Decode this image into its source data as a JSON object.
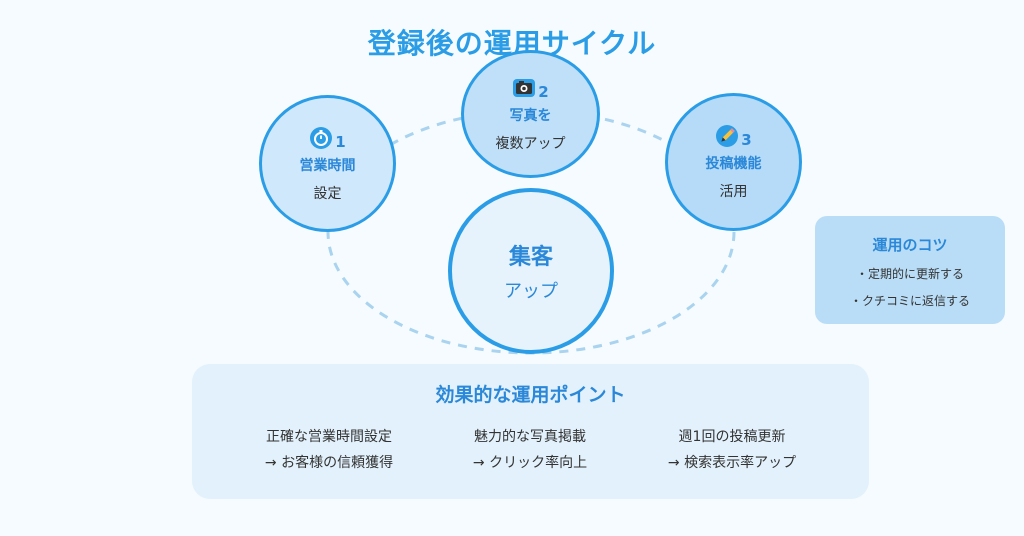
{
  "title": "登録後の運用サイクル",
  "steps": [
    {
      "number": "1",
      "title": "営業時間",
      "subtitle": "設定",
      "icon": "stopwatch-icon"
    },
    {
      "number": "2",
      "title": "写真を",
      "subtitle": "複数アップ",
      "icon": "camera-icon"
    },
    {
      "number": "3",
      "title": "投稿機能",
      "subtitle": "活用",
      "icon": "pencil-icon"
    }
  ],
  "center": {
    "main": "集客",
    "sub": "アップ"
  },
  "tips": {
    "title": "運用のコツ",
    "items": [
      "・定期的に更新する",
      "・クチコミに返信する"
    ]
  },
  "points": {
    "title": "効果的な運用ポイント",
    "items": [
      {
        "line1": "正確な営業時間設定",
        "line2": "→ お客様の信頼獲得"
      },
      {
        "line1": "魅力的な写真掲載",
        "line2": "→ クリック率向上"
      },
      {
        "line1": "週1回の投稿更新",
        "line2": "→ 検索表示率アップ"
      }
    ]
  },
  "colors": {
    "accent": "#2b9de6",
    "background": "#f5fbfe",
    "dashed": "#a9d3ee"
  }
}
